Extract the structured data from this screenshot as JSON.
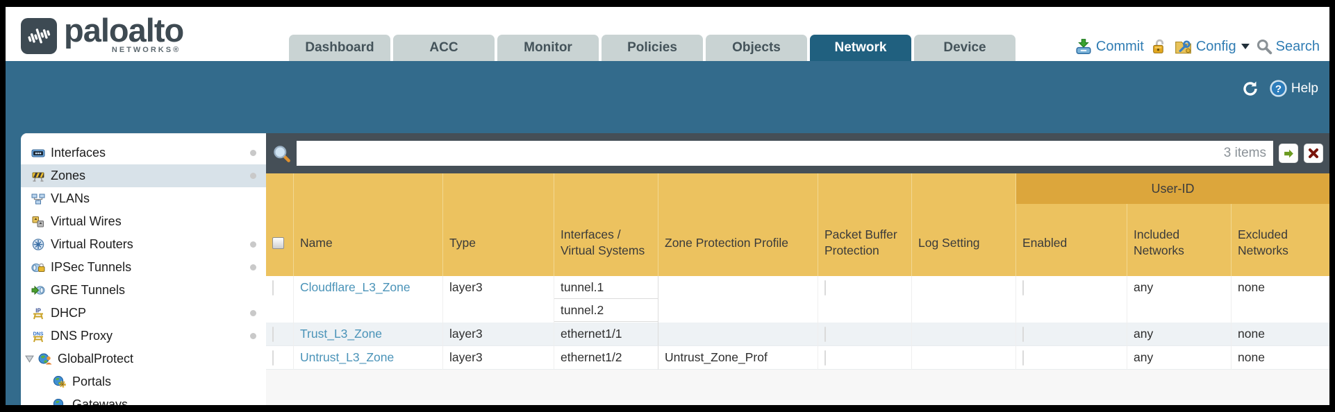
{
  "header": {
    "brand": "paloalto",
    "brand_sub": "NETWORKS®",
    "tabs": [
      {
        "label": "Dashboard",
        "active": false
      },
      {
        "label": "ACC",
        "active": false
      },
      {
        "label": "Monitor",
        "active": false
      },
      {
        "label": "Policies",
        "active": false
      },
      {
        "label": "Objects",
        "active": false
      },
      {
        "label": "Network",
        "active": true
      },
      {
        "label": "Device",
        "active": false
      }
    ],
    "actions": {
      "commit": "Commit",
      "config": "Config",
      "search": "Search"
    }
  },
  "banner": {
    "help": "Help"
  },
  "sidebar": {
    "items": [
      {
        "label": "Interfaces"
      },
      {
        "label": "Zones"
      },
      {
        "label": "VLANs"
      },
      {
        "label": "Virtual Wires"
      },
      {
        "label": "Virtual Routers"
      },
      {
        "label": "IPSec Tunnels"
      },
      {
        "label": "GRE Tunnels"
      },
      {
        "label": "DHCP"
      },
      {
        "label": "DNS Proxy"
      },
      {
        "label": "GlobalProtect"
      },
      {
        "label": "Portals"
      },
      {
        "label": "Gateways"
      }
    ]
  },
  "toolbar": {
    "items_count": "3 items",
    "search_value": ""
  },
  "table": {
    "group_header": "User-ID",
    "columns": [
      "Name",
      "Type",
      "Interfaces / Virtual Systems",
      "Zone Protection Profile",
      "Packet Buffer Protection",
      "Log Setting",
      "Enabled",
      "Included Networks",
      "Excluded Networks"
    ],
    "rows": [
      {
        "name": "Cloudflare_L3_Zone",
        "type": "layer3",
        "interfaces": [
          "tunnel.1",
          "tunnel.2"
        ],
        "zone_protection_profile": "",
        "log_setting": "",
        "included_networks": "any",
        "excluded_networks": "none"
      },
      {
        "name": "Trust_L3_Zone",
        "type": "layer3",
        "interfaces": [
          "ethernet1/1"
        ],
        "zone_protection_profile": "",
        "log_setting": "",
        "included_networks": "any",
        "excluded_networks": "none"
      },
      {
        "name": "Untrust_L3_Zone",
        "type": "layer3",
        "interfaces": [
          "ethernet1/2"
        ],
        "zone_protection_profile": "Untrust_Zone_Prof",
        "log_setting": "",
        "included_networks": "any",
        "excluded_networks": "none"
      }
    ]
  },
  "colors": {
    "teal_band": "#336b8c",
    "tab_active": "#20607f",
    "gold_header": "#ecc25f",
    "gold_userid": "#dca63c",
    "toolbar_bg": "#454f57",
    "link": "#4a93b8",
    "row_alt": "#eef2f5",
    "sidebar_selected": "#d8e2e9"
  }
}
